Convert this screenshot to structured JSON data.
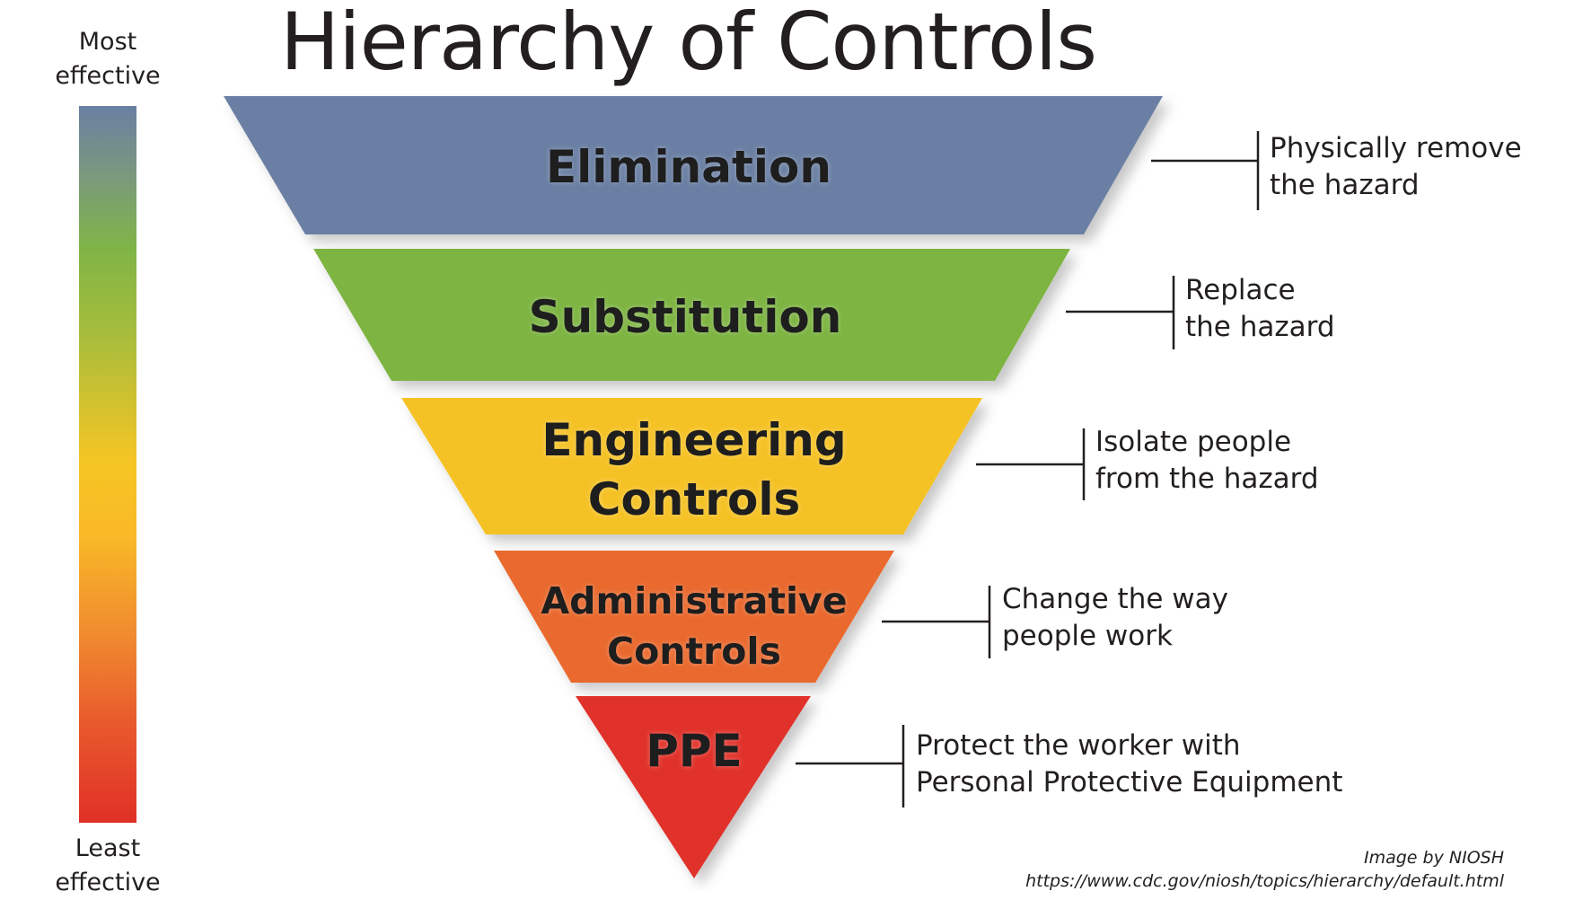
{
  "title": "Hierarchy of Controls",
  "scale": {
    "top_line1": "Most",
    "top_line2": "effective",
    "bottom_line1": "Least",
    "bottom_line2": "effective"
  },
  "tiers": [
    {
      "name_line1": "Elimination",
      "name_line2": "",
      "desc_line1": "Physically remove",
      "desc_line2": "the hazard",
      "color": "#6a7fa3"
    },
    {
      "name_line1": "Substitution",
      "name_line2": "",
      "desc_line1": "Replace",
      "desc_line2": "the hazard",
      "color": "#7db443"
    },
    {
      "name_line1": "Engineering",
      "name_line2": "Controls",
      "desc_line1": "Isolate people",
      "desc_line2": "from the hazard",
      "color": "#f5c225"
    },
    {
      "name_line1": "Administrative",
      "name_line2": "Controls",
      "desc_line1": "Change the way",
      "desc_line2": "people work",
      "color": "#e9692d"
    },
    {
      "name_line1": "PPE",
      "name_line2": "",
      "desc_line1": "Protect the worker with",
      "desc_line2": "Personal Protective Equipment",
      "color": "#e0302a"
    }
  ],
  "credit": {
    "line1": "Image by NIOSH",
    "line2": "https://www.cdc.gov/niosh/topics/hierarchy/default.html"
  }
}
